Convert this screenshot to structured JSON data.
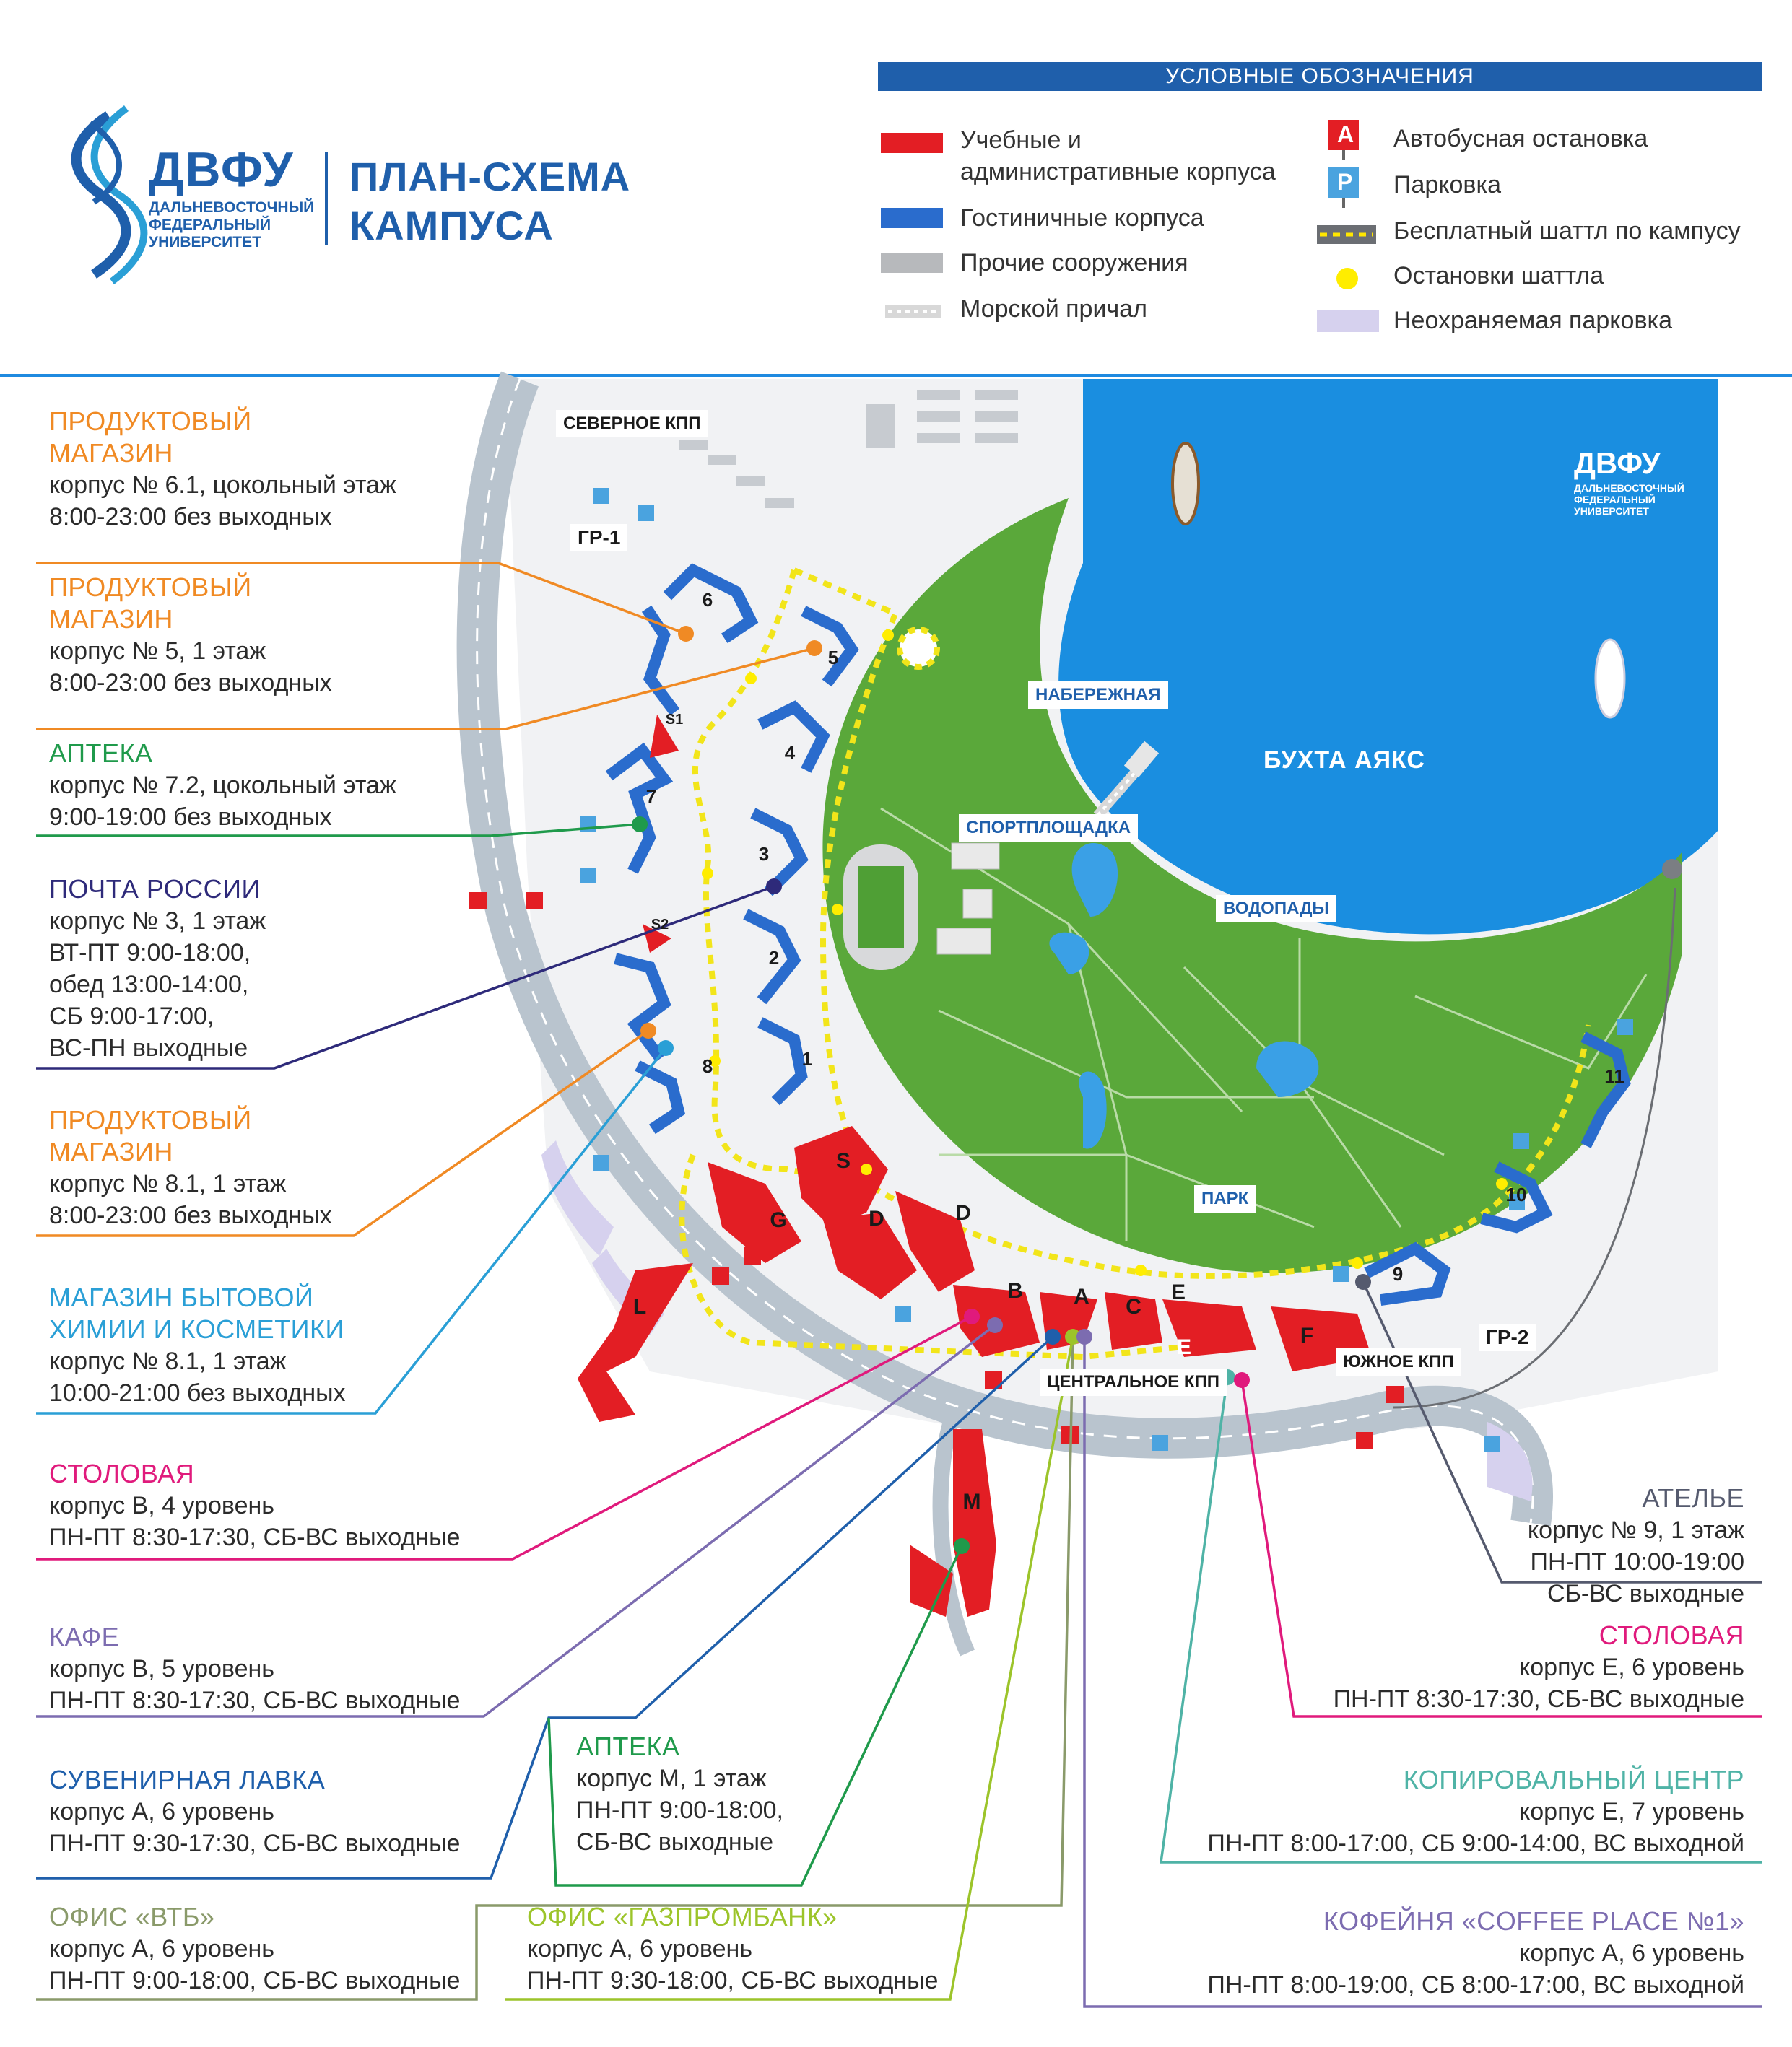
{
  "header": {
    "logo_abbr": "ДВФУ",
    "logo_line1": "ДАЛЬНЕВОСТОЧНЫЙ",
    "logo_line2": "ФЕДЕРАЛЬНЫЙ",
    "logo_line3": "УНИВЕРСИТЕТ",
    "title_line1": "ПЛАН-СХЕМА",
    "title_line2": "КАМПУСА"
  },
  "legend": {
    "title": "УСЛОВНЫЕ ОБОЗНАЧЕНИЯ",
    "items_left": [
      {
        "label_line1": "Учебные и",
        "label_line2": "административные корпуса",
        "color": "#e31e24"
      },
      {
        "label_line1": "Гостиничные корпуса",
        "color": "#2a6ccd"
      },
      {
        "label_line1": "Прочие сооружения",
        "color": "#b7b9bc"
      },
      {
        "label_line1": "Морской причал",
        "color": "#d8d8d8"
      }
    ],
    "items_right": [
      {
        "label": "Автобусная остановка",
        "symbol": "A",
        "color": "#e31e24"
      },
      {
        "label": "Парковка",
        "symbol": "P",
        "color": "#4aa3df"
      },
      {
        "label": "Бесплатный шаттл по кампусу",
        "color": "#f2e51a"
      },
      {
        "label": "Остановки шаттла",
        "color": "#ffed00"
      },
      {
        "label": "Неохраняемая парковка",
        "color": "#d6d1ee"
      }
    ]
  },
  "map": {
    "bay_label": "БУХТА АЯКС",
    "tags": {
      "north_gate": "СЕВЕРНОЕ КПП",
      "embankment": "НАБЕРЕЖНАЯ",
      "sports": "СПОРТПЛОЩАДКА",
      "waterfalls": "ВОДОПАДЫ",
      "park": "ПАРК",
      "central_gate": "ЦЕНТРАЛЬНОЕ КПП",
      "south_gate": "ЮЖНОЕ КПП",
      "gr1": "ГР-1",
      "gr2": "ГР-2"
    },
    "buildings_hotel": [
      "6",
      "5",
      "S1",
      "4",
      "7",
      "3",
      "S2",
      "2",
      "1",
      "8",
      "11",
      "10",
      "9"
    ],
    "buildings_edu": [
      "S",
      "G",
      "D",
      "D",
      "B",
      "A",
      "C",
      "E",
      "E",
      "F",
      "L",
      "M"
    ],
    "logo_abbr": "ДВФУ",
    "logo_line1": "ДАЛЬНЕВОСТОЧНЫЙ",
    "logo_line2": "ФЕДЕРАЛЬНЫЙ",
    "logo_line3": "УНИВЕРСИТЕТ",
    "colors": {
      "park": "#5aa83a",
      "water": "#1a8ee0",
      "road": "#b9c4ce",
      "edu": "#e31e24",
      "hotel": "#2a6ccd"
    }
  },
  "callouts": {
    "c1": {
      "title": [
        "ПРОДУКТОВЫЙ",
        "МАГАЗИН"
      ],
      "lines": [
        "корпус № 6.1, цокольный этаж",
        "8:00-23:00 без выходных"
      ],
      "color": "#f08a24"
    },
    "c2": {
      "title": [
        "ПРОДУКТОВЫЙ",
        "МАГАЗИН"
      ],
      "lines": [
        "корпус № 5, 1 этаж",
        "8:00-23:00 без выходных"
      ],
      "color": "#f08a24"
    },
    "c3": {
      "title": [
        "АПТЕКА"
      ],
      "lines": [
        "корпус № 7.2, цокольный этаж",
        "9:00-19:00 без выходных"
      ],
      "color": "#1f9a4b"
    },
    "c4": {
      "title": [
        "ПОЧТА РОССИИ"
      ],
      "lines": [
        "корпус № 3, 1 этаж",
        "ВТ-ПТ 9:00-18:00,",
        "обед 13:00-14:00,",
        "СБ 9:00-17:00,",
        "ВС-ПН выходные"
      ],
      "color": "#2e2a7a"
    },
    "c5": {
      "title": [
        "ПРОДУКТОВЫЙ",
        "МАГАЗИН"
      ],
      "lines": [
        "корпус № 8.1, 1 этаж",
        "8:00-23:00 без выходных"
      ],
      "color": "#f08a24"
    },
    "c6": {
      "title": [
        "МАГАЗИН БЫТОВОЙ",
        "ХИМИИ И КОСМЕТИКИ"
      ],
      "lines": [
        "корпус № 8.1, 1 этаж",
        "10:00-21:00 без выходных"
      ],
      "color": "#2a9fd6"
    },
    "c7": {
      "title": [
        "СТОЛОВАЯ"
      ],
      "lines": [
        "корпус В, 4 уровень",
        "ПН-ПТ 8:30-17:30, СБ-ВС выходные"
      ],
      "color": "#e01a7c"
    },
    "c8": {
      "title": [
        "КАФЕ"
      ],
      "lines": [
        "корпус В, 5 уровень",
        "ПН-ПТ 8:30-17:30, СБ-ВС выходные"
      ],
      "color": "#7c6cb0"
    },
    "c9": {
      "title": [
        "СУВЕНИРНАЯ ЛАВКА"
      ],
      "lines": [
        "корпус А, 6 уровень",
        "ПН-ПТ 9:30-17:30, СБ-ВС выходные"
      ],
      "color": "#1f5fab"
    },
    "c10": {
      "title": [
        "АПТЕКА"
      ],
      "lines": [
        "корпус М, 1 этаж",
        "ПН-ПТ 9:00-18:00,",
        "СБ-ВС выходные"
      ],
      "color": "#1f9a4b"
    },
    "c11": {
      "title": [
        "ОФИС «ВТБ»"
      ],
      "lines": [
        "корпус А, 6 уровень",
        "ПН-ПТ 9:00-18:00, СБ-ВС выходные"
      ],
      "color": "#8a9a6a"
    },
    "c12": {
      "title": [
        "ОФИС «ГАЗПРОМБАНК»"
      ],
      "lines": [
        "корпус А, 6 уровень",
        "ПН-ПТ 9:30-18:00, СБ-ВС выходные"
      ],
      "color": "#9cc42a"
    },
    "c13": {
      "title": [
        "АТЕЛЬЕ"
      ],
      "lines": [
        "корпус № 9, 1 этаж",
        "ПН-ПТ  10:00-19:00",
        "СБ-ВС выходные"
      ],
      "color": "#555a6e"
    },
    "c14": {
      "title": [
        "СТОЛОВАЯ"
      ],
      "lines": [
        "корпус Е, 6 уровень",
        "ПН-ПТ 8:30-17:30, СБ-ВС выходные"
      ],
      "color": "#e01a7c"
    },
    "c15": {
      "title": [
        "КОПИРОВАЛЬНЫЙ ЦЕНТР"
      ],
      "lines": [
        "корпус Е, 7 уровень",
        "ПН-ПТ 8:00-17:00, СБ 9:00-14:00, ВС выходной"
      ],
      "color": "#4fb3a6"
    },
    "c16": {
      "title": [
        "КОФЕЙНЯ «COFFEE PLACE №1»"
      ],
      "lines": [
        "корпус А, 6 уровень",
        "ПН-ПТ 8:00-19:00, СБ 8:00-17:00, ВС выходной"
      ],
      "color": "#7c6cb0"
    }
  }
}
